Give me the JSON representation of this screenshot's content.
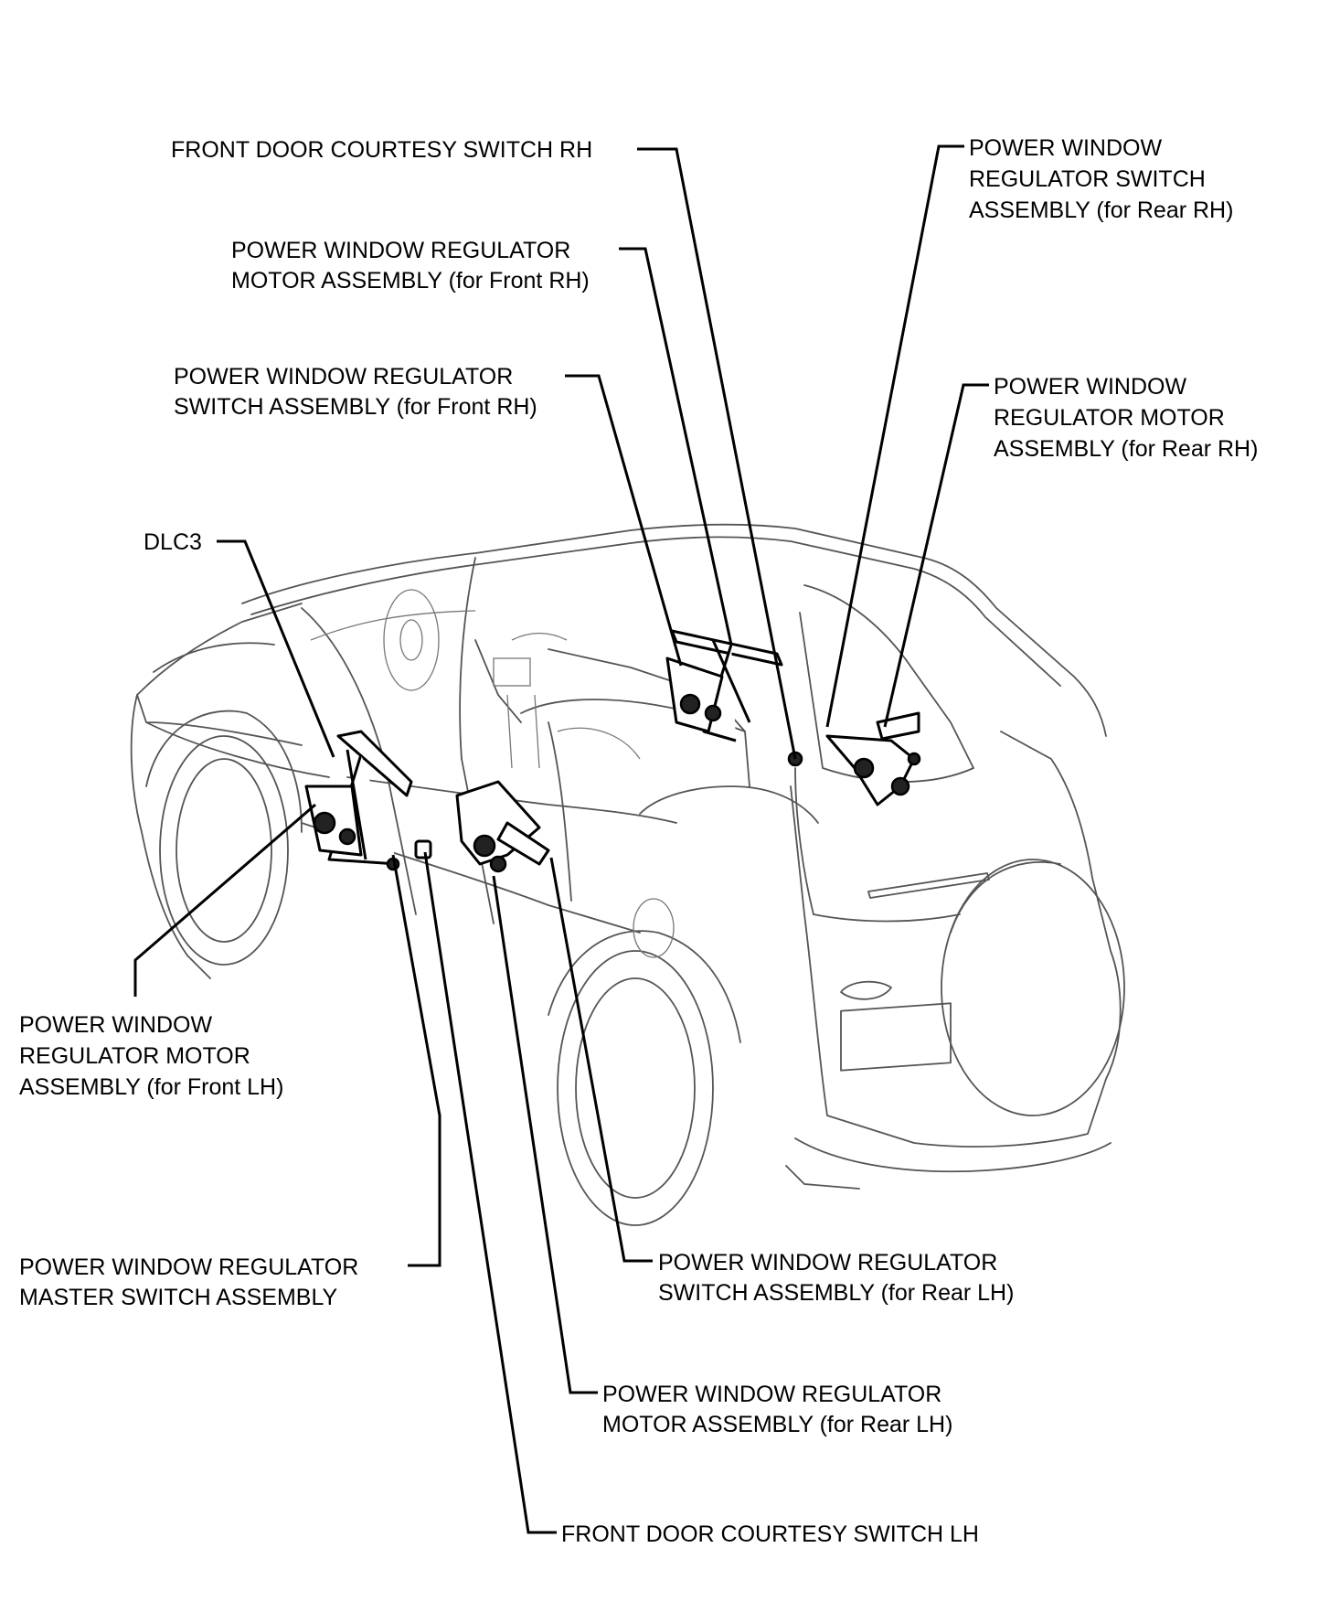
{
  "callouts": [
    {
      "id": "front-door-courtesy-switch-rh",
      "lines": [
        "FRONT DOOR COURTESY SWITCH RH"
      ]
    },
    {
      "id": "pw-reg-motor-front-rh",
      "lines": [
        "POWER WINDOW REGULATOR",
        "MOTOR ASSEMBLY (for Front RH)"
      ]
    },
    {
      "id": "pw-reg-switch-front-rh",
      "lines": [
        "POWER WINDOW REGULATOR",
        "SWITCH ASSEMBLY (for Front RH)"
      ]
    },
    {
      "id": "dlc3",
      "lines": [
        "DLC3"
      ]
    },
    {
      "id": "pw-reg-switch-rear-rh",
      "lines": [
        "POWER WINDOW",
        "REGULATOR SWITCH",
        "ASSEMBLY (for Rear RH)"
      ]
    },
    {
      "id": "pw-reg-motor-rear-rh",
      "lines": [
        "POWER WINDOW",
        "REGULATOR MOTOR",
        "ASSEMBLY (for Rear RH)"
      ]
    },
    {
      "id": "pw-reg-motor-front-lh",
      "lines": [
        "POWER WINDOW",
        "REGULATOR MOTOR",
        "ASSEMBLY (for Front LH)"
      ]
    },
    {
      "id": "pw-reg-master-switch",
      "lines": [
        "POWER WINDOW REGULATOR",
        "MASTER SWITCH ASSEMBLY"
      ]
    },
    {
      "id": "pw-reg-switch-rear-lh",
      "lines": [
        "POWER WINDOW REGULATOR",
        "SWITCH ASSEMBLY (for Rear LH)"
      ]
    },
    {
      "id": "pw-reg-motor-rear-lh",
      "lines": [
        "POWER WINDOW REGULATOR",
        "MOTOR ASSEMBLY (for Rear LH)"
      ]
    },
    {
      "id": "front-door-courtesy-switch-lh",
      "lines": [
        "FRONT DOOR COURTESY SWITCH LH"
      ]
    }
  ]
}
